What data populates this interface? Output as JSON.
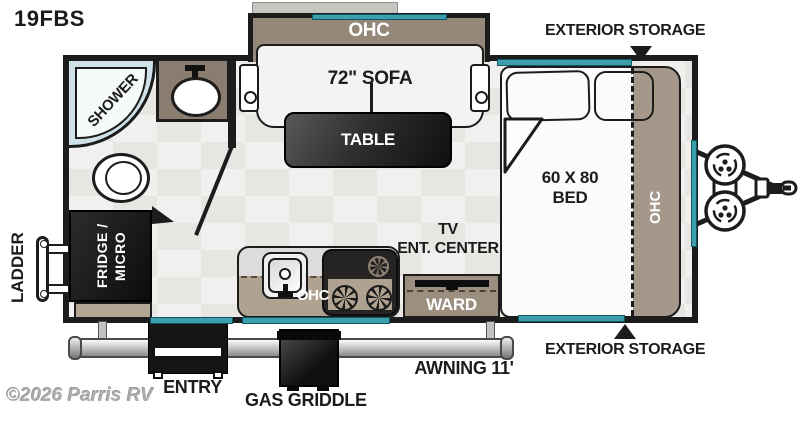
{
  "title": "19FBS",
  "watermark": "©2026 Parris RV",
  "colors": {
    "dark": "#1c1c1c",
    "teal": "#3d9fae",
    "tan": "#968878",
    "tan2": "#b3a593",
    "counter": "#dddcda",
    "glass": "#cfe2e8",
    "floor": "#f1f0ee"
  },
  "icons": {
    "shower": "quarter-round-shower-stall",
    "toilet": "toilet-top-view",
    "sink": "oval-sink",
    "kitchen_sink": "square-sink",
    "stove": "three-burner-cooktop",
    "tv": "flat-tv-bar",
    "ladder": "rear-ladder",
    "awning": "awning-roll",
    "steps": "entry-steps",
    "griddle": "portable-gas-griddle",
    "hitch": "a-frame-hitch-with-propane-tanks",
    "window": "teal-window-strip"
  },
  "labels": {
    "shower": "SHOWER",
    "sofa_ohc": "OHC",
    "sofa": "72\" SOFA",
    "table": "TABLE",
    "exterior_storage_top": "EXTERIOR STORAGE",
    "bed_line1": "60 X 80",
    "bed_line2": "BED",
    "bed_ohc": "OHC",
    "fridge_line1": "FRIDGE /",
    "fridge_line2": "MICRO",
    "ladder": "LADDER",
    "tv_line1": "TV",
    "tv_line2": "ENT. CENTER",
    "ward": "WARD",
    "kitchen_ohc": "OHC",
    "entry": "ENTRY",
    "gas_griddle": "GAS GRIDDLE",
    "awning": "AWNING 11'",
    "exterior_storage_bottom": "EXTERIOR STORAGE"
  }
}
